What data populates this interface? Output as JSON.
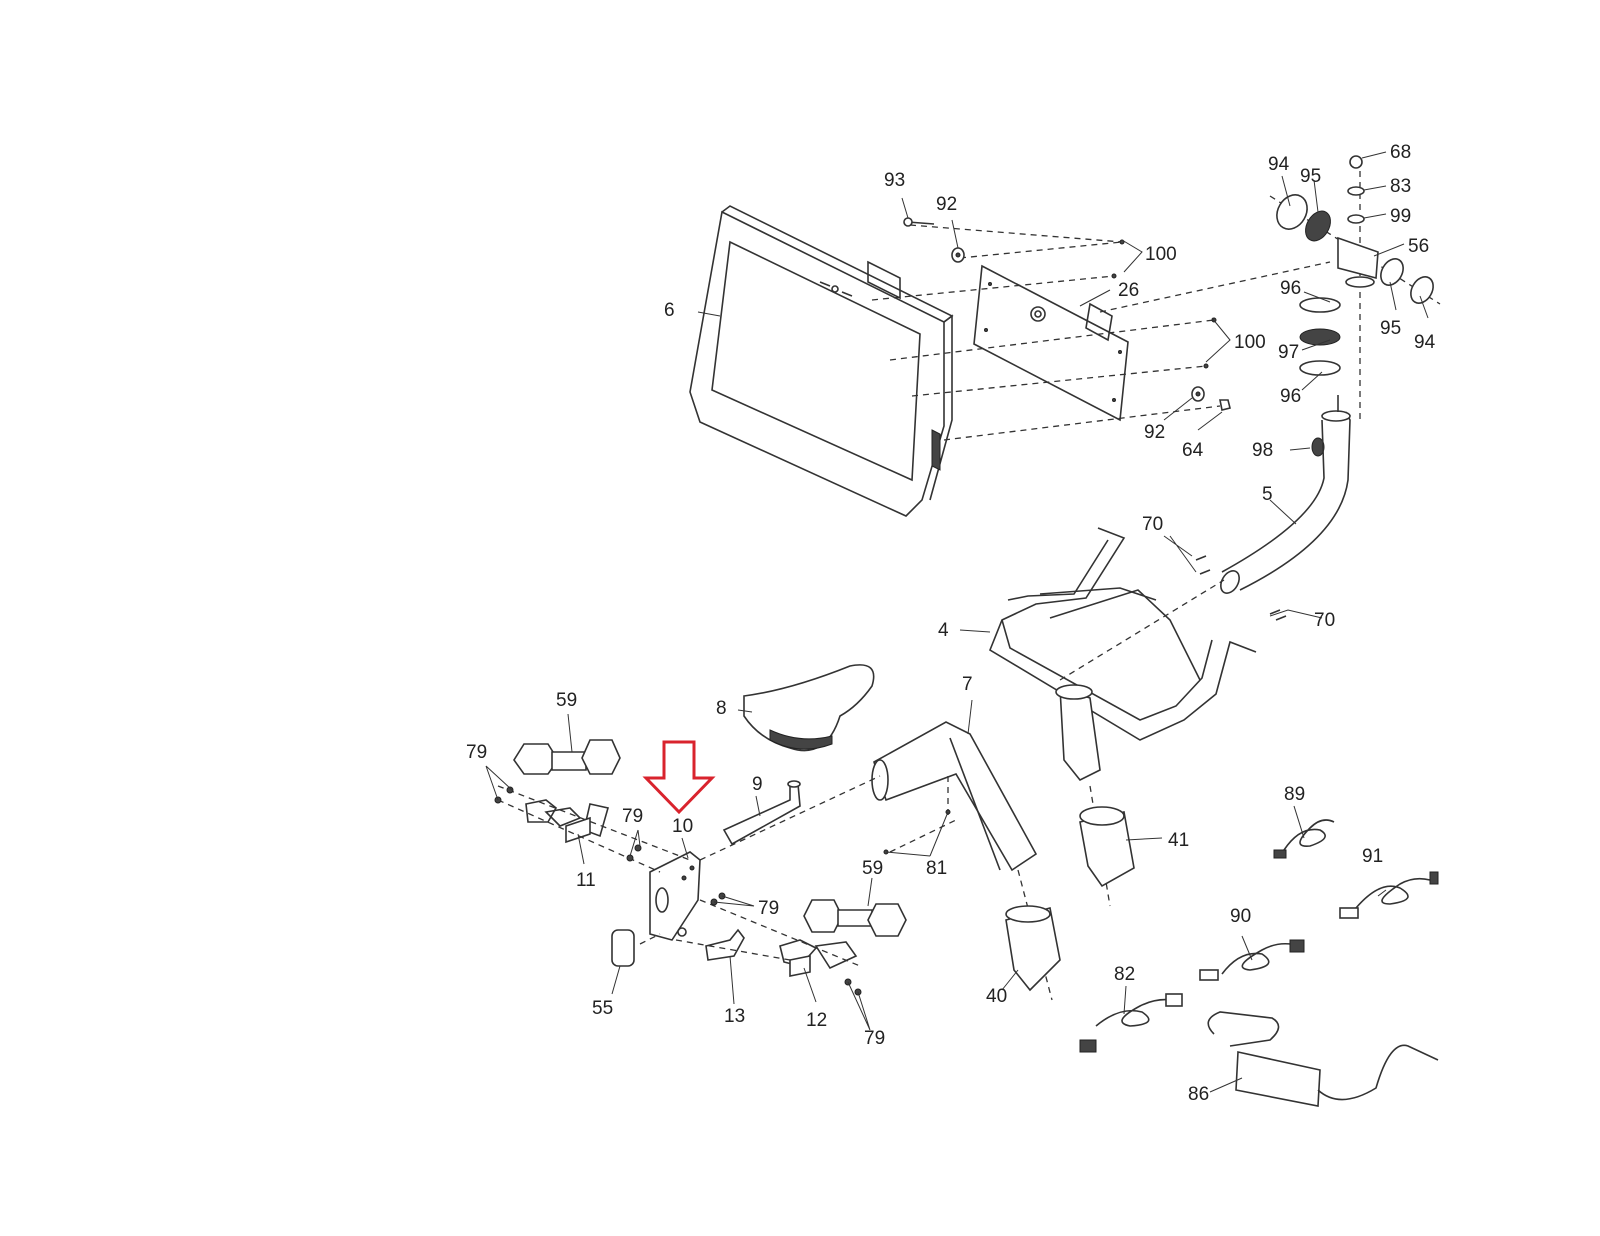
{
  "diagram": {
    "title": "Exploded parts diagram",
    "highlight": {
      "part": "10",
      "color": "#d9232d",
      "shape": "down-arrow"
    },
    "labels": {
      "p93": "93",
      "p92a": "92",
      "p100a": "100",
      "p26": "26",
      "p6": "6",
      "p100b": "100",
      "p92b": "92",
      "p64": "64",
      "p94a": "94",
      "p95a": "95",
      "p68": "68",
      "p83": "83",
      "p99": "99",
      "p56": "56",
      "p96a": "96",
      "p95b": "95",
      "p94b": "94",
      "p97": "97",
      "p96b": "96",
      "p98": "98",
      "p5": "5",
      "p70a": "70",
      "p70b": "70",
      "p4": "4",
      "p7": "7",
      "p8": "8",
      "p9": "9",
      "p59a": "59",
      "p79a": "79",
      "p79b": "79",
      "p10": "10",
      "p11": "11",
      "p79c": "79",
      "p81": "81",
      "p41": "41",
      "p59b": "59",
      "p55": "55",
      "p13": "13",
      "p12": "12",
      "p79d": "79",
      "p40": "40",
      "p89": "89",
      "p91": "91",
      "p90": "90",
      "p82": "82",
      "p86": "86"
    }
  }
}
